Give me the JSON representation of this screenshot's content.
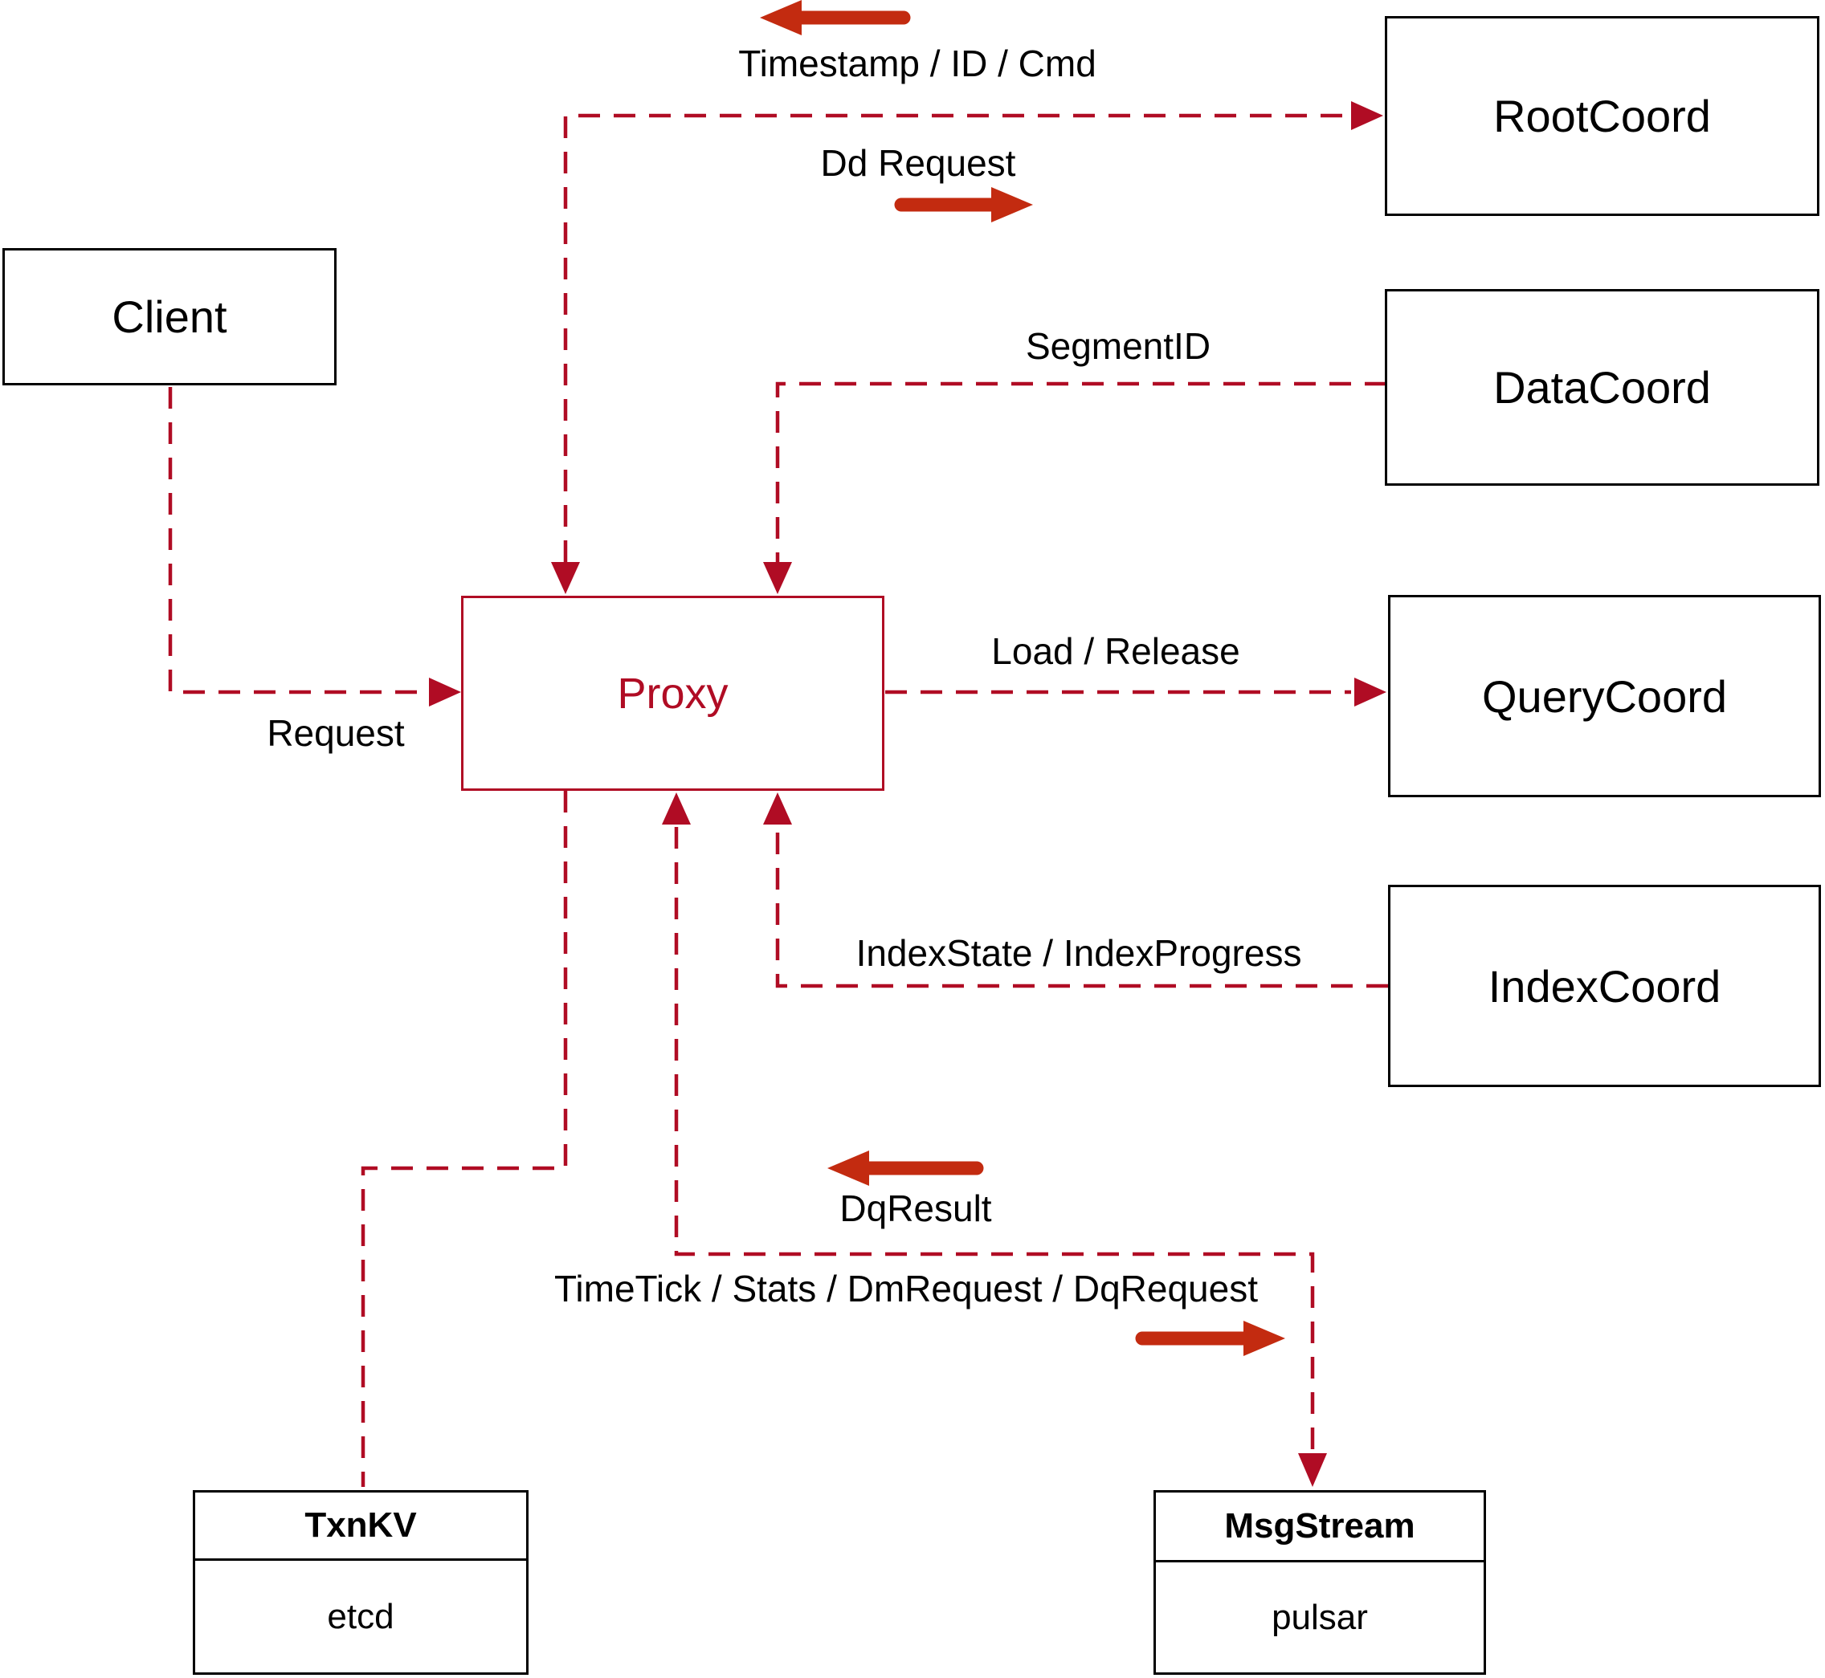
{
  "colors": {
    "line_red": "#b00c24",
    "arrow_red": "#c32b10",
    "box_black": "#000000",
    "bg": "#ffffff"
  },
  "nodes": {
    "client": {
      "label": "Client"
    },
    "proxy": {
      "label": "Proxy"
    },
    "root_coord": {
      "label": "RootCoord"
    },
    "data_coord": {
      "label": "DataCoord"
    },
    "query_coord": {
      "label": "QueryCoord"
    },
    "index_coord": {
      "label": "IndexCoord"
    },
    "txn_kv": {
      "title": "TxnKV",
      "impl": "etcd"
    },
    "msg_stream": {
      "title": "MsgStream",
      "impl": "pulsar"
    }
  },
  "edge_labels": {
    "request": "Request",
    "timestamp_id_cmd": "Timestamp / ID / Cmd",
    "dd_request": "Dd Request",
    "segment_id": "SegmentID",
    "load_release": "Load / Release",
    "index_state": "IndexState / IndexProgress",
    "dq_result": "DqResult",
    "time_tick": "TimeTick / Stats / DmRequest / DqRequest"
  }
}
